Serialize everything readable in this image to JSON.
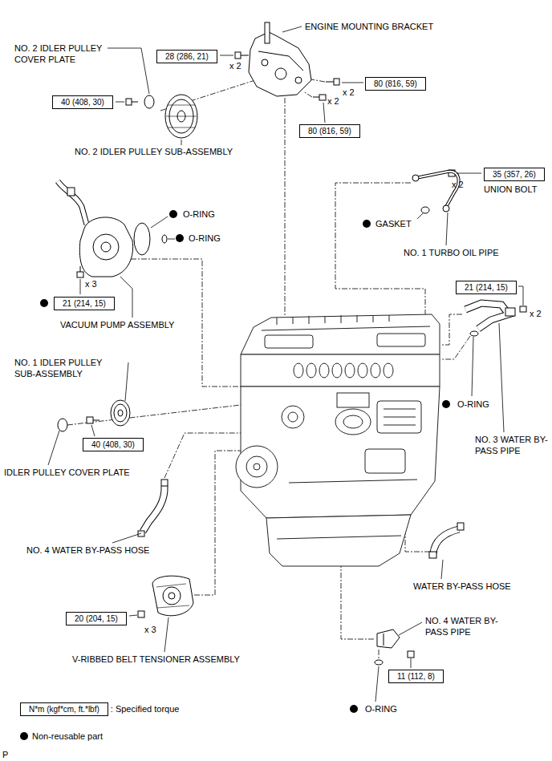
{
  "diagram": {
    "nodes": [
      {
        "text": [
          "28 (286, 21)"
        ]
      },
      {
        "text": [
          "80 (816, 59)"
        ]
      },
      {
        "text": [
          "40 (408, 30)"
        ]
      },
      {
        "text": [
          "80 (816, 59)"
        ]
      },
      {
        "text": [
          "35 (357, 26)"
        ]
      },
      {
        "text": [
          "21 (214, 15)"
        ]
      },
      {
        "text": [
          "21 (214, 15)"
        ]
      },
      {
        "text": [
          "40 (408, 30)"
        ]
      },
      {
        "text": [
          "20 (204, 15)"
        ]
      },
      {
        "text": [
          "11 (112, 8)"
        ]
      },
      {
        "text": [
          "N*m (kgf*cm, ft.*lbf)"
        ]
      }
    ],
    "labels": [
      "ENGINE MOUNTING BRACKET",
      "NO. 2 IDLER PULLEY COVER PLATE",
      "x 2",
      "x 2",
      "x 2",
      "NO. 2 IDLER PULLEY SUB-ASSEMBLY",
      "x 2",
      "UNION BOLT",
      "O-RING",
      "GASKET",
      "O-RING",
      "NO. 1 TURBO OIL PIPE",
      "x 3",
      "x 2",
      "VACUUM PUMP ASSEMBLY",
      "NO. 1 IDLER PULLEY SUB-ASSEMBLY",
      "O-RING",
      "NO. 3 WATER BY-PASS PIPE",
      "IDLER PULLEY COVER PLATE",
      "NO. 4 WATER BY-PASS HOSE",
      "WATER BY-PASS HOSE",
      "NO. 4 WATER BY-PASS PIPE",
      "x 3",
      "V-RIBBED BELT TENSIONER ASSEMBLY",
      "O-RING",
      "P"
    ],
    "legend": [
      {
        "text": ": Specified torque"
      },
      {
        "text": "Non-reusable part",
        "color": "#000000"
      }
    ]
  }
}
